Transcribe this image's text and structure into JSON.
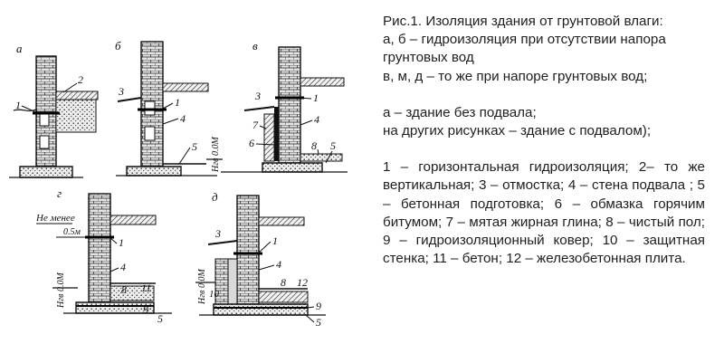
{
  "caption": {
    "title": "Рис.1. Изоляция здания от грунтовой влаги:",
    "lines_ab": "а, б – гидроизоляция при отсутствии напора грунтовых вод",
    "line_vmd": "в, м, д – то же при напоре грунтовых вод;",
    "line_a": "а – здание без подвала;",
    "line_other": "на других рисунках – здание с подвалом);",
    "legend": "1 – горизонтальная гидроизоляция; 2– то же вертикальная; 3 – отмостка; 4 – стена подвала ; 5 – бетонная подготовка; 6 – обмазка горячим битумом; 7 – мятая жирная глина; 8 – чистый пол; 9 – гидроизоляционный ковер; 10 – защитная стенка; 11 – бетон; 12 – железобетонная плита."
  },
  "figure": {
    "panels": [
      {
        "letter": "а",
        "callouts": [
          "1",
          "2"
        ]
      },
      {
        "letter": "б",
        "callouts": [
          "3",
          "1",
          "4",
          "5"
        ],
        "level_label": "Нгв 0.0М"
      },
      {
        "letter": "в",
        "callouts": [
          "3",
          "1",
          "4",
          "7",
          "6",
          "8",
          "5"
        ]
      },
      {
        "letter": "г",
        "callouts": [
          "1",
          "4",
          "8",
          "11",
          "9",
          "5"
        ],
        "level_label": "Нгв 0.0М",
        "note": "Не менее",
        "note_dim": "0.5м"
      },
      {
        "letter": "д",
        "callouts": [
          "3",
          "1",
          "4",
          "10",
          "8",
          "12",
          "9",
          "5"
        ],
        "level_label": "Нгв 0.0М"
      }
    ]
  }
}
